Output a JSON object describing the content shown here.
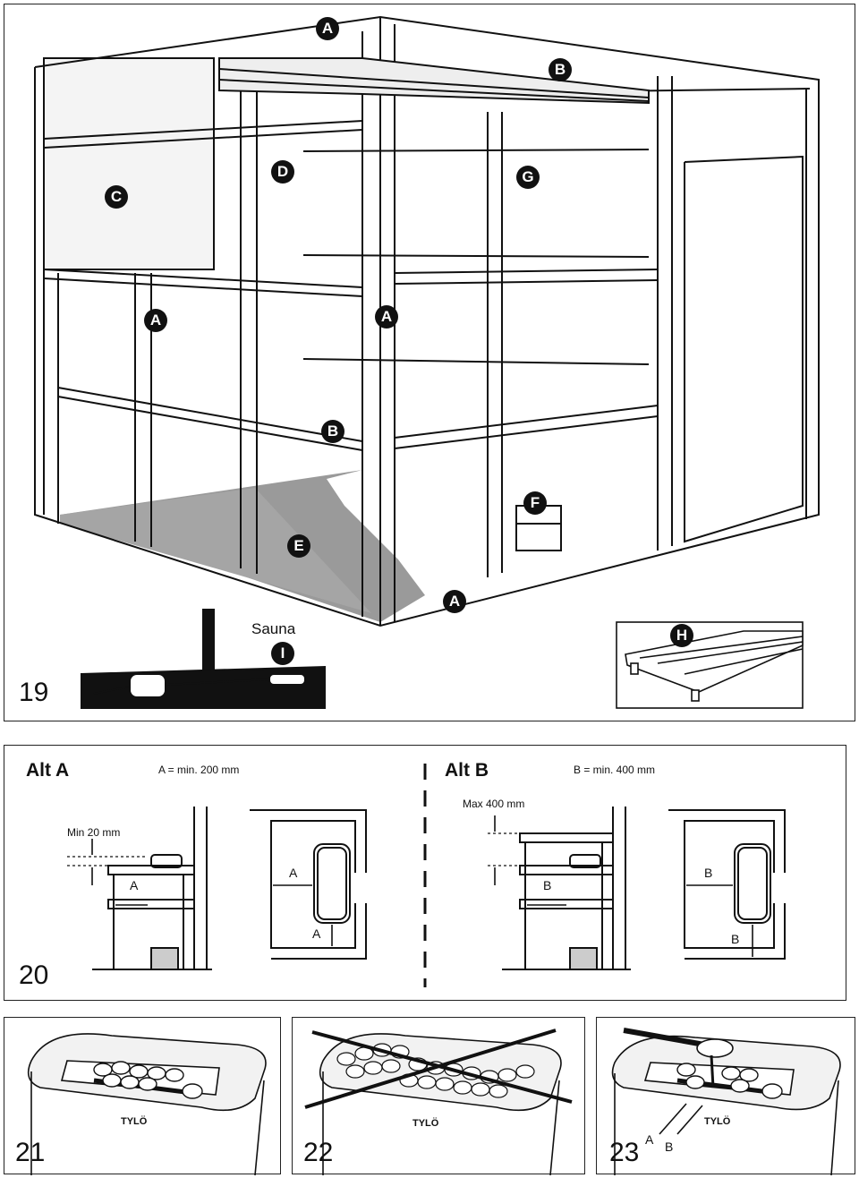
{
  "fig19": {
    "number": "19",
    "sauna_label": "Sauna",
    "callouts": {
      "A": "A",
      "B": "B",
      "C": "C",
      "D": "D",
      "E": "E",
      "F": "F",
      "G": "G",
      "H": "H",
      "I": "I"
    }
  },
  "fig20": {
    "number": "20",
    "alt_a": {
      "title": "Alt A",
      "rule": "A = min. 200 mm",
      "min_label": "Min 20 mm",
      "dim": "A"
    },
    "alt_b": {
      "title": "Alt B",
      "rule": "B = min. 400 mm",
      "max_label": "Max 400 mm",
      "dim": "B"
    }
  },
  "fig21": {
    "number": "21",
    "brand": "TYLÖ"
  },
  "fig22": {
    "number": "22",
    "brand": "TYLÖ"
  },
  "fig23": {
    "number": "23",
    "brand": "TYLÖ",
    "label_a": "A",
    "label_b": "B"
  }
}
